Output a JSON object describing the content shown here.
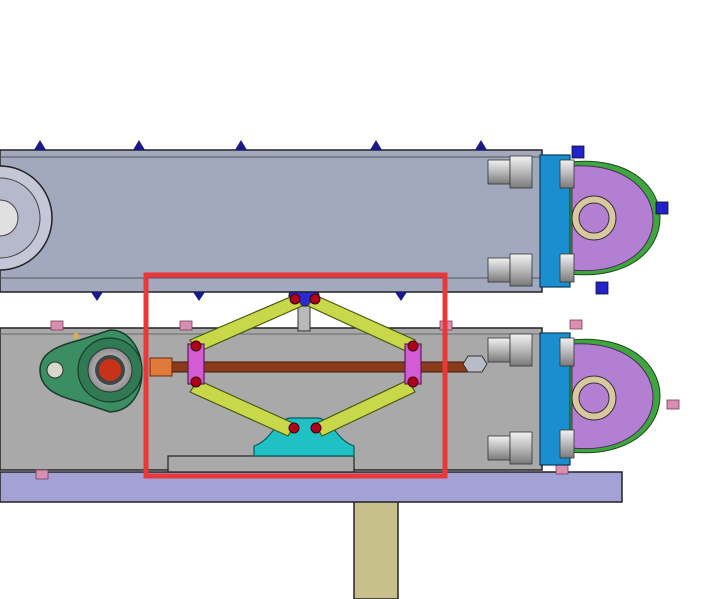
{
  "colors": {
    "background": "#ffffff",
    "upper_beam": "#a2a8bd",
    "lower_beam": "#a9a9a9",
    "rail": "#a3a2d6",
    "post": "#c8c08c",
    "end_plate": "#1a8fd0",
    "roller_purple": "#b37fd3",
    "roller_rim": "#3fa63f",
    "flange_green": "#3a8e62",
    "link_yellow": "#c8d84a",
    "pivot_red": "#b0001a",
    "slider_magenta": "#d35bd4",
    "lead_screw": "#8b3a1a",
    "base_cyan": "#1fc1c4",
    "top_block_blue": "#2a2ad0",
    "bolt_gray": "#c9c9c9",
    "highlight_red": "#e8383a"
  },
  "diagram": {
    "components": [
      "upper-conveyor-beam",
      "lower-conveyor-beam",
      "scissor-lift-mechanism",
      "flange-bearing",
      "lead-screw",
      "support-post",
      "end-roller-upper",
      "end-roller-lower",
      "base-rail"
    ],
    "highlight": "scissor-lift-mechanism"
  }
}
